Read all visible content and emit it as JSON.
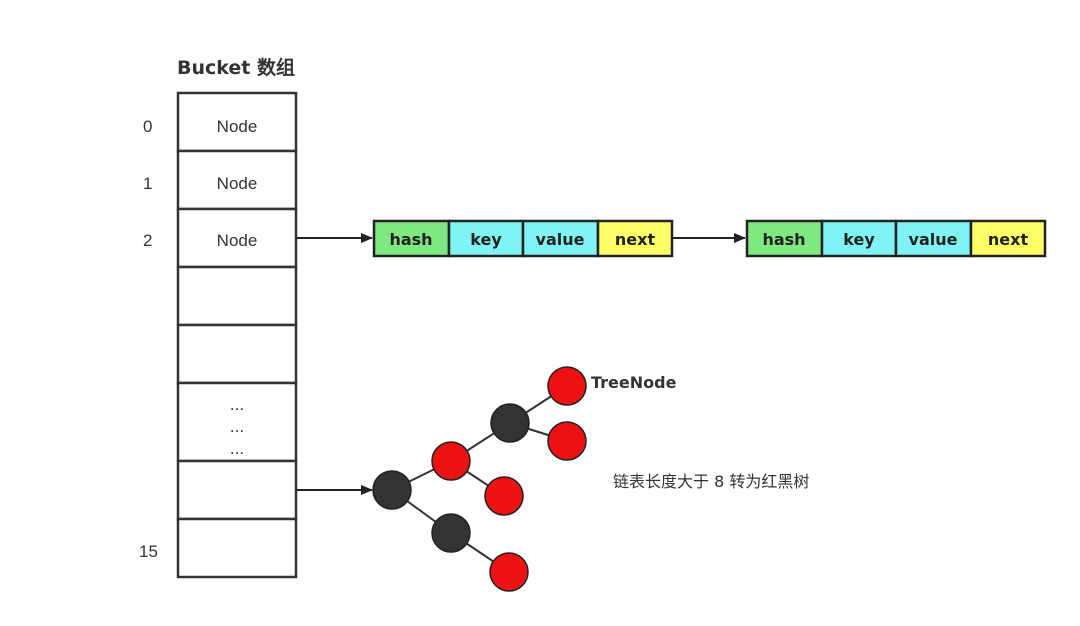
{
  "title": "Bucket 数组",
  "bucket": {
    "index_labels": [
      "0",
      "1",
      "2",
      "15"
    ],
    "cells": [
      "Node",
      "Node",
      "Node",
      "",
      "",
      "...",
      "",
      ""
    ],
    "ellipsis": [
      "...",
      "...",
      "..."
    ]
  },
  "linked_list": {
    "fields": [
      "hash",
      "key",
      "value",
      "next"
    ],
    "field_colors": [
      "#80e880",
      "#80f4f4",
      "#80f4f4",
      "#ffff66"
    ]
  },
  "tree": {
    "label": "TreeNode",
    "red_color": "#ee1111",
    "black_color": "#333333"
  },
  "note": "链表长度大于 8 转为红黑树"
}
